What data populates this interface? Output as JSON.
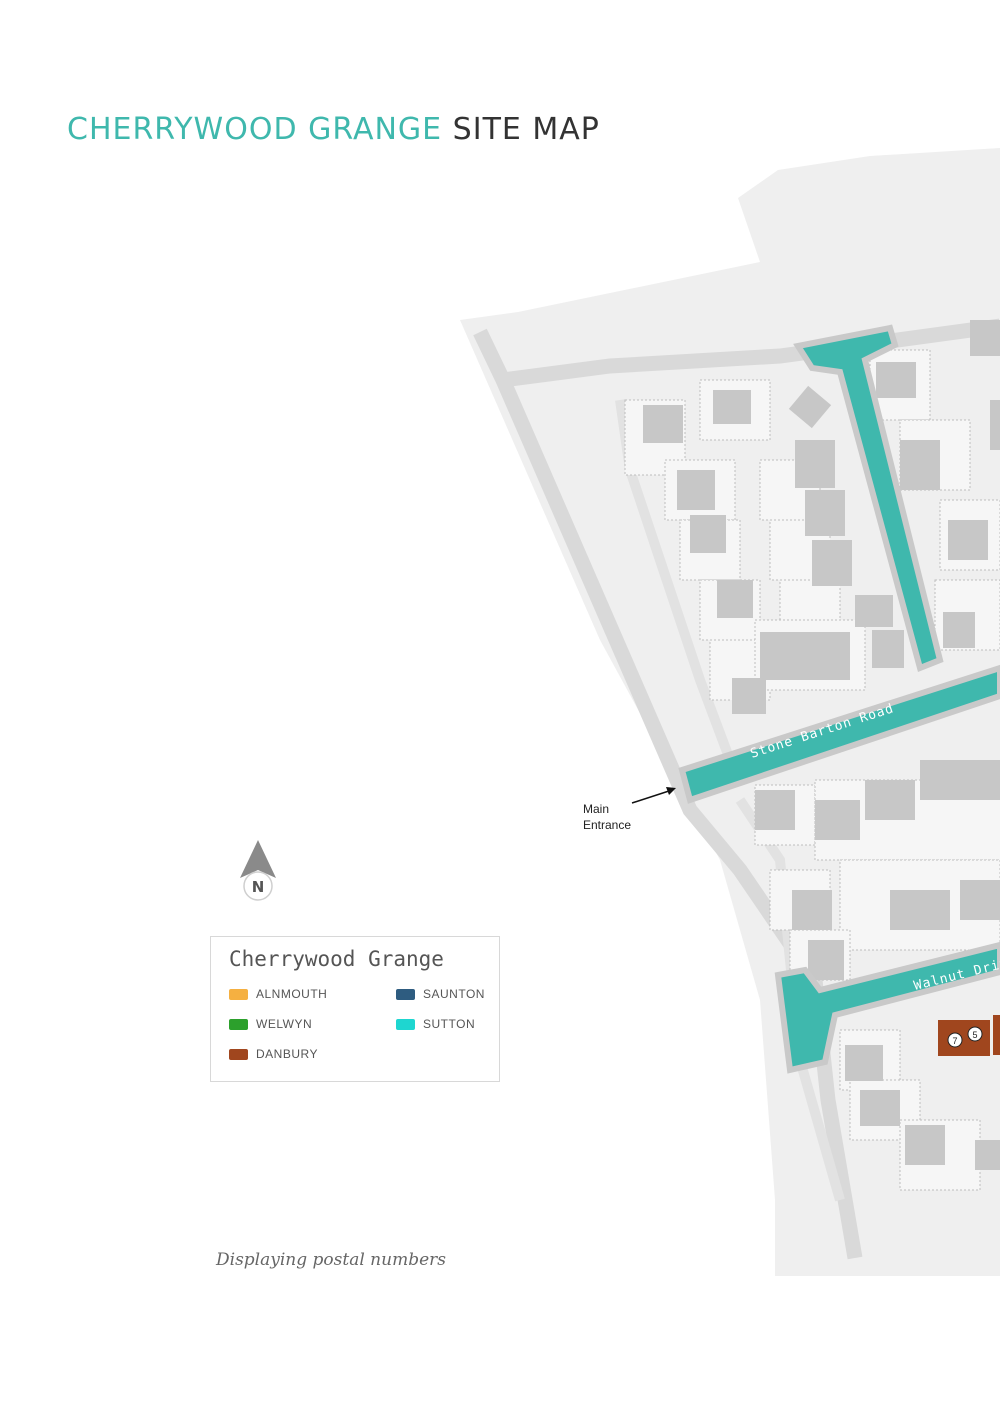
{
  "header": {
    "title_accent": "CHERRYWOOD GRANGE",
    "title_rest": "SITE MAP"
  },
  "map": {
    "streets": [
      "Stone Barton Road",
      "Walnut Drive"
    ],
    "entrance_label_line1": "Main",
    "entrance_label_line2": "Entrance",
    "plot_numbers": [
      "7",
      "5"
    ],
    "compass_label": "N",
    "colors": {
      "road": "#3fb8ad",
      "ground": "#efefef",
      "path": "#d9d9d9",
      "house": "#c7c7c7",
      "danbury": "#a0461e"
    }
  },
  "legend": {
    "title": "Cherrywood Grange",
    "items": [
      {
        "label": "ALNMOUTH",
        "color": "#f5b041"
      },
      {
        "label": "SAUNTON",
        "color": "#2e5c80"
      },
      {
        "label": "WELWYN",
        "color": "#2ca02c"
      },
      {
        "label": "SUTTON",
        "color": "#1ed6d0"
      },
      {
        "label": "DANBURY",
        "color": "#a0461e"
      }
    ]
  },
  "footnote": "Displaying postal numbers"
}
